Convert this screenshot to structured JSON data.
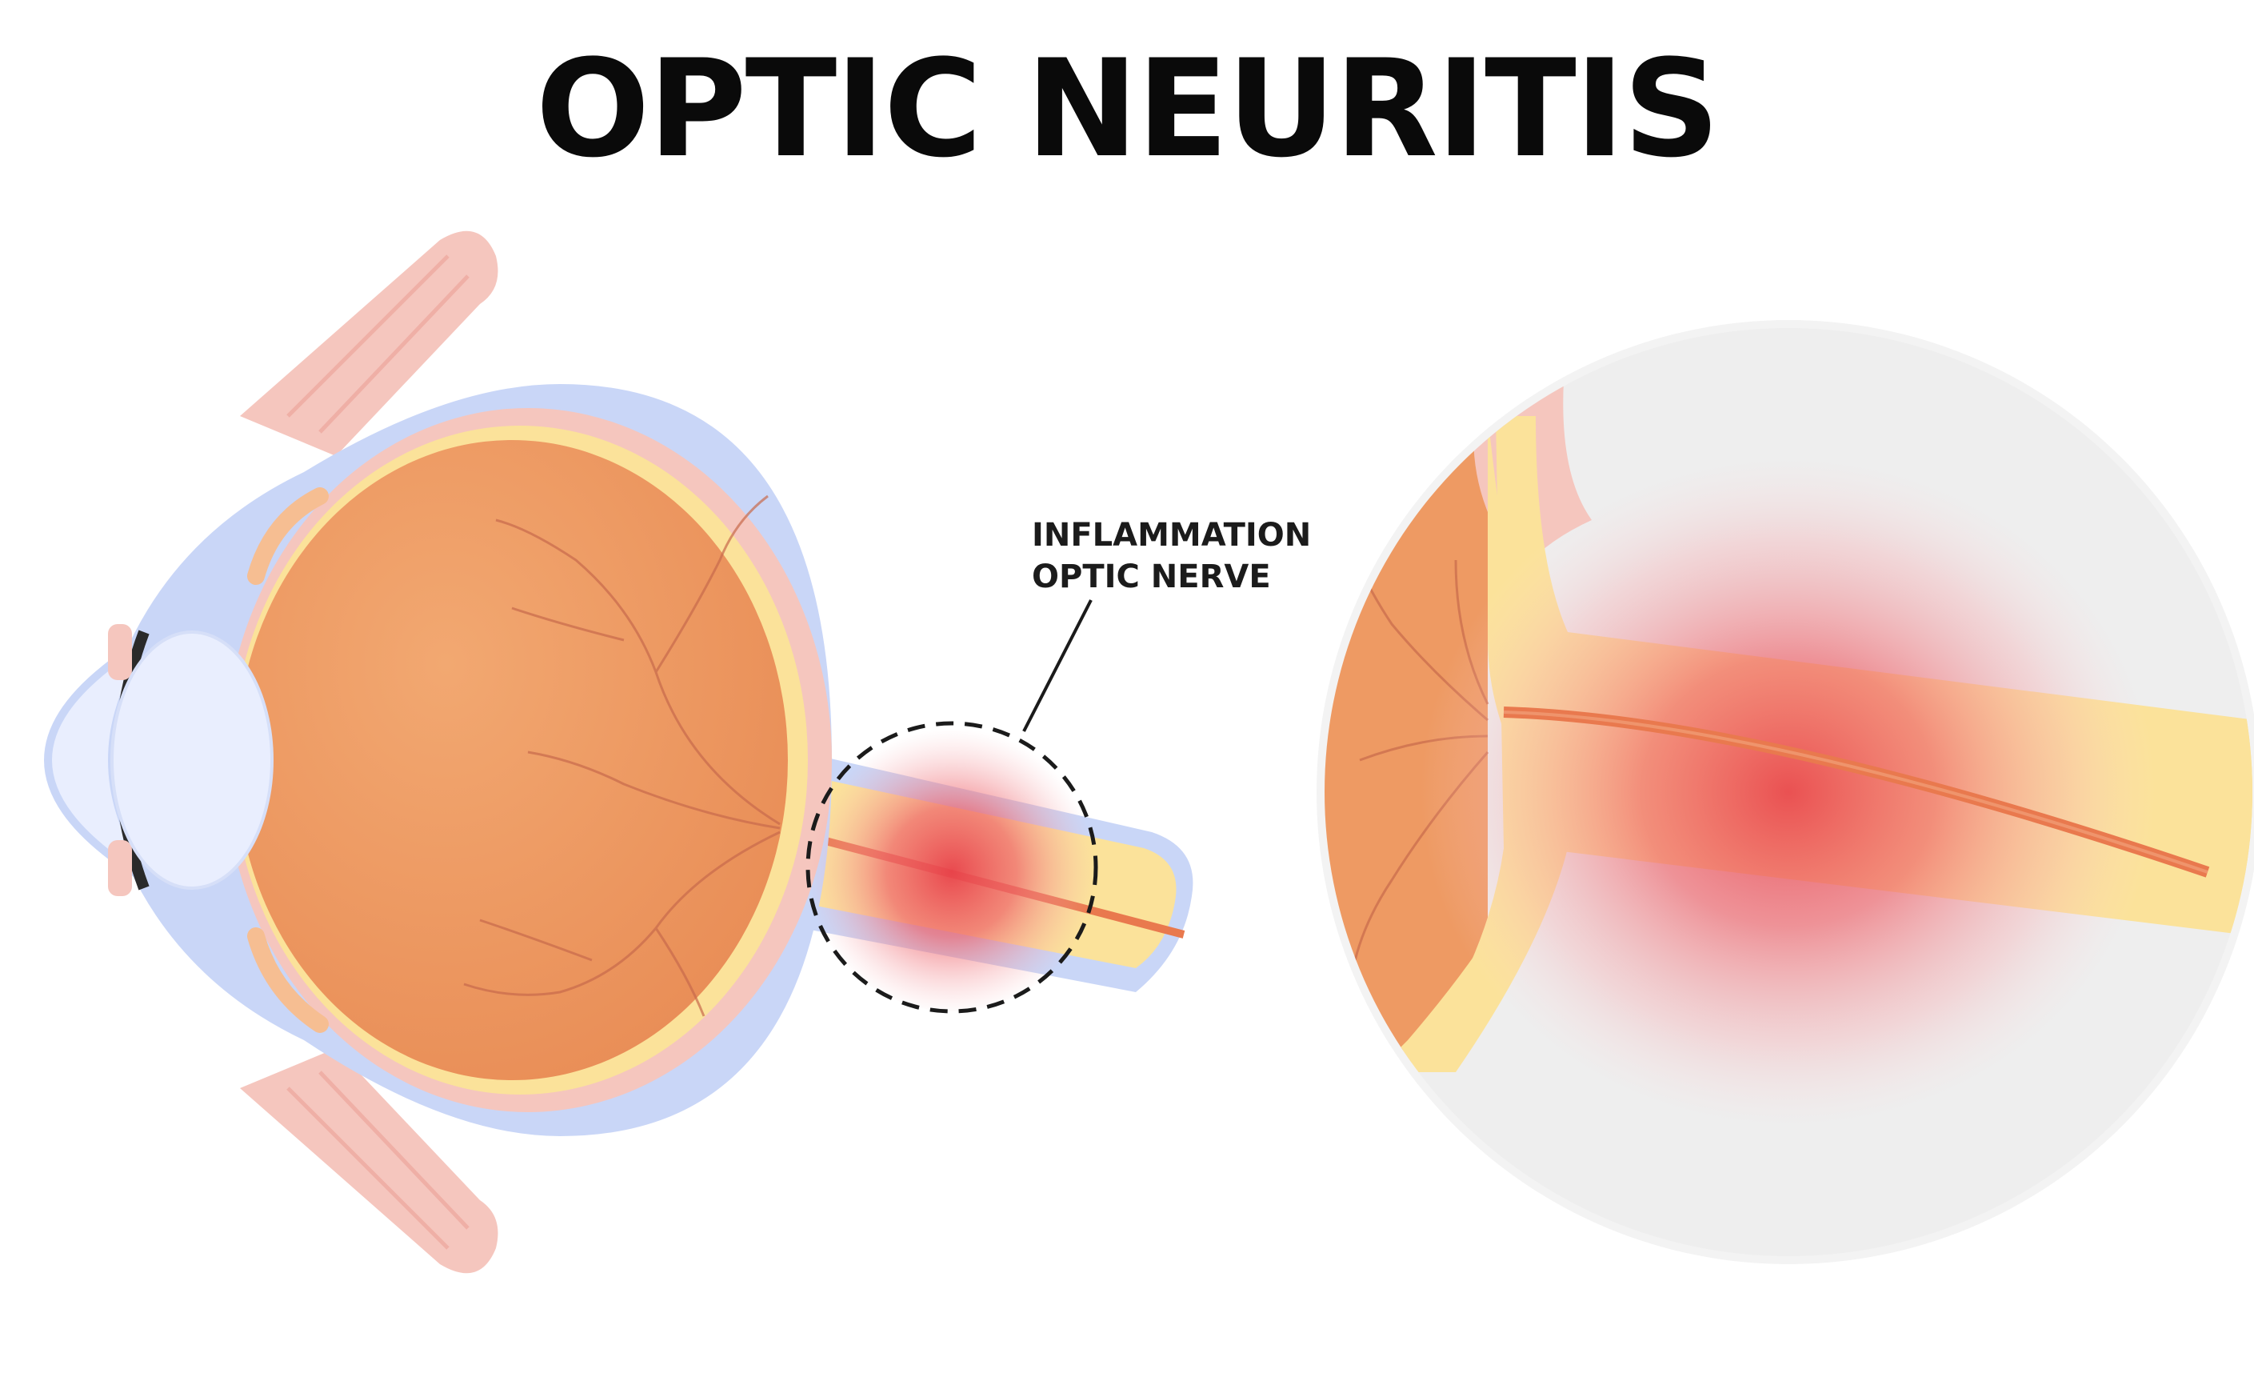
{
  "title": "OPTIC NEURITIS",
  "callout": {
    "line1": "INFLAMMATION",
    "line2": "OPTIC NERVE"
  },
  "colors": {
    "eyeball": "#EE9A63",
    "nerve": "#FBE29A",
    "inflammation": "#EC4D55",
    "sclera": "#C9D6F7",
    "muscle": "#F5C6BE",
    "lens": "#E9EEFE",
    "magnifier_bg": "#EEEEEE"
  },
  "icons": [
    "eyeball-cross-section",
    "optic-nerve",
    "inflammation-area",
    "magnified-view"
  ]
}
